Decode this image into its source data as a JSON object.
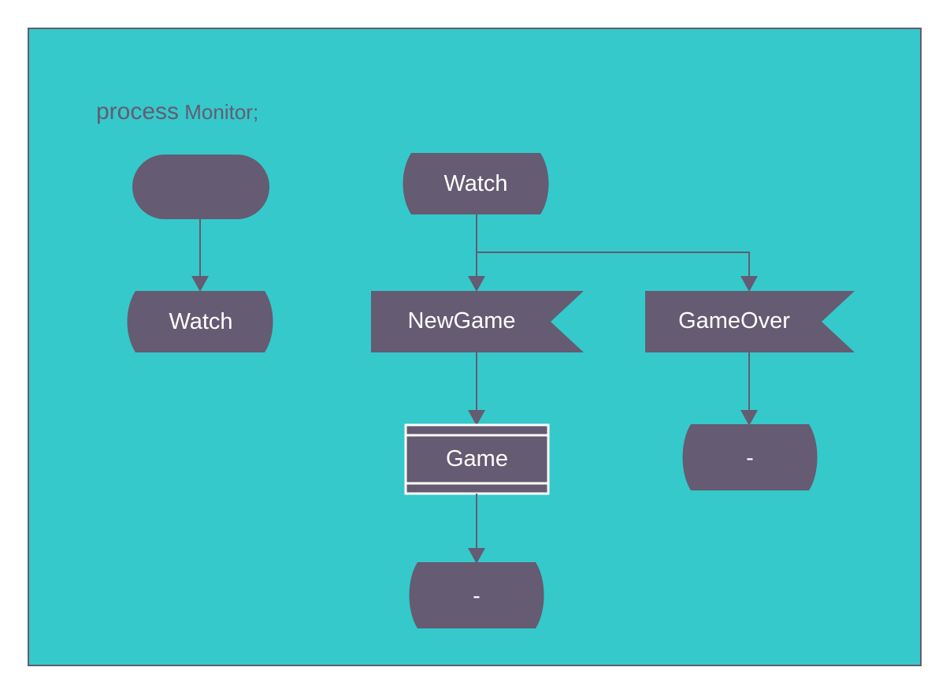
{
  "canvas": {
    "background_color": "#35c9cb",
    "border_color": "#655b72",
    "shape_fill": "#655b72",
    "shape_text_color": "#ffffff",
    "title_color": "#655b72",
    "outline_color": "#ffffff"
  },
  "title": {
    "keyword": "process",
    "name": " Monitor;",
    "full": "process Monitor;"
  },
  "nodes": {
    "start_left": {
      "label": "",
      "shape": "rounded-rectangle"
    },
    "watch_left": {
      "label": "Watch",
      "shape": "drum"
    },
    "watch_mid": {
      "label": "Watch",
      "shape": "drum"
    },
    "newgame": {
      "label": "NewGame",
      "shape": "pennant"
    },
    "gameover": {
      "label": "GameOver",
      "shape": "pennant"
    },
    "game": {
      "label": "Game",
      "shape": "banded-rectangle"
    },
    "end_mid": {
      "label": "-",
      "shape": "drum"
    },
    "end_right": {
      "label": "-",
      "shape": "drum"
    }
  },
  "edges": [
    {
      "from": "start_left",
      "to": "watch_left"
    },
    {
      "from": "watch_mid",
      "to": "newgame"
    },
    {
      "from": "watch_mid",
      "to": "gameover"
    },
    {
      "from": "newgame",
      "to": "game"
    },
    {
      "from": "game",
      "to": "end_mid"
    },
    {
      "from": "gameover",
      "to": "end_right"
    }
  ]
}
